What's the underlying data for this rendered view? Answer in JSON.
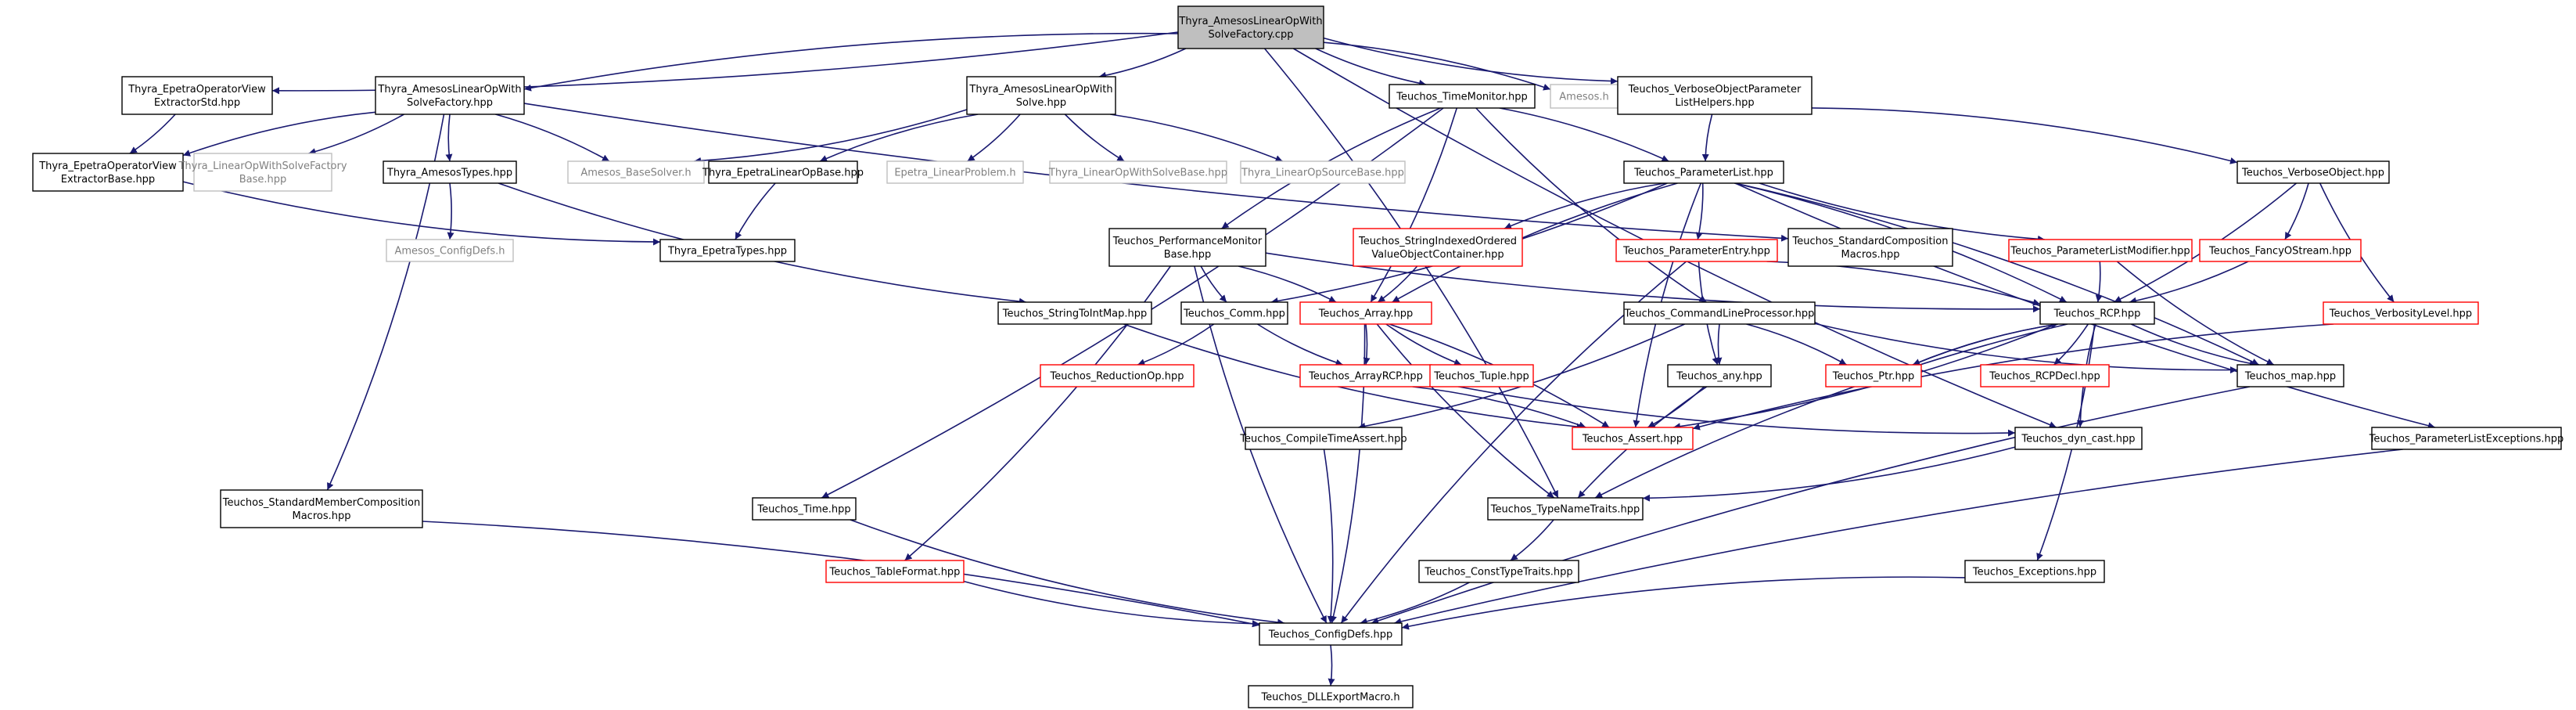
{
  "colors": {
    "root_fill": "#bfbfbf",
    "node_border": "#000000",
    "unexpanded_border": "#ff0000",
    "external_border": "#bfbfbf",
    "external_text": "#808080",
    "edge": "#191970"
  },
  "nodes": [
    {
      "id": "root",
      "lines": [
        "Thyra_AmesosLinearOpWith",
        "SolveFactory.cpp"
      ],
      "kind": "root"
    },
    {
      "id": "epetraViewStd",
      "lines": [
        "Thyra_EpetraOperatorView",
        "ExtractorStd.hpp"
      ],
      "kind": "normal"
    },
    {
      "id": "amesosFactHpp",
      "lines": [
        "Thyra_AmesosLinearOpWith",
        "SolveFactory.hpp"
      ],
      "kind": "normal"
    },
    {
      "id": "amesosSolve",
      "lines": [
        "Thyra_AmesosLinearOpWith",
        "Solve.hpp"
      ],
      "kind": "normal"
    },
    {
      "id": "timeMonitor",
      "lines": [
        "Teuchos_TimeMonitor.hpp"
      ],
      "kind": "normal"
    },
    {
      "id": "amesosH",
      "lines": [
        "Amesos.h"
      ],
      "kind": "external"
    },
    {
      "id": "verboseHelpers",
      "lines": [
        "Teuchos_VerboseObjectParameter",
        "ListHelpers.hpp"
      ],
      "kind": "normal"
    },
    {
      "id": "epetraViewBase",
      "lines": [
        "Thyra_EpetraOperatorView",
        "ExtractorBase.hpp"
      ],
      "kind": "normal"
    },
    {
      "id": "linearOpFactBase",
      "lines": [
        "Thyra_LinearOpWithSolveFactory",
        "Base.hpp"
      ],
      "kind": "external"
    },
    {
      "id": "amesosTypes",
      "lines": [
        "Thyra_AmesosTypes.hpp"
      ],
      "kind": "normal"
    },
    {
      "id": "amesosBaseSolver",
      "lines": [
        "Amesos_BaseSolver.h"
      ],
      "kind": "external"
    },
    {
      "id": "epetraLinOpBase",
      "lines": [
        "Thyra_EpetraLinearOpBase.hpp"
      ],
      "kind": "normal"
    },
    {
      "id": "epetraLinProb",
      "lines": [
        "Epetra_LinearProblem.h"
      ],
      "kind": "external"
    },
    {
      "id": "linOpSolveBase",
      "lines": [
        "Thyra_LinearOpWithSolveBase.hpp"
      ],
      "kind": "external"
    },
    {
      "id": "linOpSourceBase",
      "lines": [
        "Thyra_LinearOpSourceBase.hpp"
      ],
      "kind": "external"
    },
    {
      "id": "paramList",
      "lines": [
        "Teuchos_ParameterList.hpp"
      ],
      "kind": "normal"
    },
    {
      "id": "verboseObject",
      "lines": [
        "Teuchos_VerboseObject.hpp"
      ],
      "kind": "normal"
    },
    {
      "id": "amesosConfig",
      "lines": [
        "Amesos_ConfigDefs.h"
      ],
      "kind": "external"
    },
    {
      "id": "epetraTypes",
      "lines": [
        "Thyra_EpetraTypes.hpp"
      ],
      "kind": "normal"
    },
    {
      "id": "perfMonitor",
      "lines": [
        "Teuchos_PerformanceMonitor",
        "Base.hpp"
      ],
      "kind": "normal"
    },
    {
      "id": "strIndexed",
      "lines": [
        "Teuchos_StringIndexedOrdered",
        "ValueObjectContainer.hpp"
      ],
      "kind": "unexpanded"
    },
    {
      "id": "paramEntry",
      "lines": [
        "Teuchos_ParameterEntry.hpp"
      ],
      "kind": "unexpanded"
    },
    {
      "id": "stdCompMacros",
      "lines": [
        "Teuchos_StandardComposition",
        "Macros.hpp"
      ],
      "kind": "normal"
    },
    {
      "id": "paramListMod",
      "lines": [
        "Teuchos_ParameterListModifier.hpp"
      ],
      "kind": "unexpanded"
    },
    {
      "id": "fancyOStream",
      "lines": [
        "Teuchos_FancyOStream.hpp"
      ],
      "kind": "unexpanded"
    },
    {
      "id": "stringToInt",
      "lines": [
        "Teuchos_StringToIntMap.hpp"
      ],
      "kind": "normal"
    },
    {
      "id": "comm",
      "lines": [
        "Teuchos_Comm.hpp"
      ],
      "kind": "normal"
    },
    {
      "id": "array",
      "lines": [
        "Teuchos_Array.hpp"
      ],
      "kind": "unexpanded"
    },
    {
      "id": "cmdLine",
      "lines": [
        "Teuchos_CommandLineProcessor.hpp"
      ],
      "kind": "normal"
    },
    {
      "id": "rcp",
      "lines": [
        "Teuchos_RCP.hpp"
      ],
      "kind": "normal"
    },
    {
      "id": "verbosityLevel",
      "lines": [
        "Teuchos_VerbosityLevel.hpp"
      ],
      "kind": "unexpanded"
    },
    {
      "id": "reductionOp",
      "lines": [
        "Teuchos_ReductionOp.hpp"
      ],
      "kind": "unexpanded"
    },
    {
      "id": "arrayRCP",
      "lines": [
        "Teuchos_ArrayRCP.hpp"
      ],
      "kind": "unexpanded"
    },
    {
      "id": "tuple",
      "lines": [
        "Teuchos_Tuple.hpp"
      ],
      "kind": "unexpanded"
    },
    {
      "id": "any",
      "lines": [
        "Teuchos_any.hpp"
      ],
      "kind": "normal"
    },
    {
      "id": "ptr",
      "lines": [
        "Teuchos_Ptr.hpp"
      ],
      "kind": "unexpanded"
    },
    {
      "id": "rcpDecl",
      "lines": [
        "Teuchos_RCPDecl.hpp"
      ],
      "kind": "unexpanded"
    },
    {
      "id": "map",
      "lines": [
        "Teuchos_map.hpp"
      ],
      "kind": "normal"
    },
    {
      "id": "compileTime",
      "lines": [
        "Teuchos_CompileTimeAssert.hpp"
      ],
      "kind": "normal"
    },
    {
      "id": "assert",
      "lines": [
        "Teuchos_Assert.hpp"
      ],
      "kind": "unexpanded"
    },
    {
      "id": "dynCast",
      "lines": [
        "Teuchos_dyn_cast.hpp"
      ],
      "kind": "normal"
    },
    {
      "id": "paramListExc",
      "lines": [
        "Teuchos_ParameterListExceptions.hpp"
      ],
      "kind": "normal"
    },
    {
      "id": "stdMemberComp",
      "lines": [
        "Teuchos_StandardMemberComposition",
        "Macros.hpp"
      ],
      "kind": "normal"
    },
    {
      "id": "time",
      "lines": [
        "Teuchos_Time.hpp"
      ],
      "kind": "normal"
    },
    {
      "id": "typeNameTraits",
      "lines": [
        "Teuchos_TypeNameTraits.hpp"
      ],
      "kind": "normal"
    },
    {
      "id": "tableFormat",
      "lines": [
        "Teuchos_TableFormat.hpp"
      ],
      "kind": "unexpanded"
    },
    {
      "id": "constTypeTraits",
      "lines": [
        "Teuchos_ConstTypeTraits.hpp"
      ],
      "kind": "normal"
    },
    {
      "id": "exceptions",
      "lines": [
        "Teuchos_Exceptions.hpp"
      ],
      "kind": "normal"
    },
    {
      "id": "configDefs",
      "lines": [
        "Teuchos_ConfigDefs.hpp"
      ],
      "kind": "normal"
    },
    {
      "id": "dllExport",
      "lines": [
        "Teuchos_DLLExportMacro.h"
      ],
      "kind": "normal"
    }
  ],
  "edges": [
    [
      "root",
      "epetraViewStd"
    ],
    [
      "root",
      "amesosFactHpp"
    ],
    [
      "root",
      "amesosSolve"
    ],
    [
      "root",
      "timeMonitor"
    ],
    [
      "root",
      "amesosH"
    ],
    [
      "root",
      "verboseHelpers"
    ],
    [
      "root",
      "typeNameTraits"
    ],
    [
      "root",
      "dynCast"
    ],
    [
      "epetraViewStd",
      "epetraViewBase"
    ],
    [
      "amesosFactHpp",
      "epetraViewBase"
    ],
    [
      "amesosFactHpp",
      "linearOpFactBase"
    ],
    [
      "amesosFactHpp",
      "amesosTypes"
    ],
    [
      "amesosFactHpp",
      "amesosBaseSolver"
    ],
    [
      "amesosFactHpp",
      "stdCompMacros"
    ],
    [
      "amesosFactHpp",
      "stdMemberComp"
    ],
    [
      "epetraViewBase",
      "epetraTypes"
    ],
    [
      "amesosTypes",
      "amesosConfig"
    ],
    [
      "amesosTypes",
      "stringToInt"
    ],
    [
      "amesosSolve",
      "amesosBaseSolver"
    ],
    [
      "amesosSolve",
      "epetraLinOpBase"
    ],
    [
      "amesosSolve",
      "epetraLinProb"
    ],
    [
      "amesosSolve",
      "linOpSolveBase"
    ],
    [
      "amesosSolve",
      "linOpSourceBase"
    ],
    [
      "epetraLinOpBase",
      "epetraTypes"
    ],
    [
      "timeMonitor",
      "paramList"
    ],
    [
      "timeMonitor",
      "perfMonitor"
    ],
    [
      "timeMonitor",
      "time"
    ],
    [
      "timeMonitor",
      "cmdLine"
    ],
    [
      "timeMonitor",
      "array"
    ],
    [
      "verboseHelpers",
      "paramList"
    ],
    [
      "verboseHelpers",
      "verboseObject"
    ],
    [
      "paramList",
      "strIndexed"
    ],
    [
      "paramList",
      "paramEntry"
    ],
    [
      "paramList",
      "paramListMod"
    ],
    [
      "paramList",
      "rcp"
    ],
    [
      "paramList",
      "assert"
    ],
    [
      "paramList",
      "map"
    ],
    [
      "paramList",
      "paramListExc"
    ],
    [
      "paramList",
      "comm"
    ],
    [
      "paramList",
      "array"
    ],
    [
      "verboseObject",
      "fancyOStream"
    ],
    [
      "verboseObject",
      "verbosityLevel"
    ],
    [
      "verboseObject",
      "rcp"
    ],
    [
      "perfMonitor",
      "comm"
    ],
    [
      "perfMonitor",
      "array"
    ],
    [
      "perfMonitor",
      "rcp"
    ],
    [
      "perfMonitor",
      "tableFormat"
    ],
    [
      "perfMonitor",
      "configDefs"
    ],
    [
      "strIndexed",
      "array"
    ],
    [
      "paramEntry",
      "any"
    ],
    [
      "paramEntry",
      "rcp"
    ],
    [
      "paramEntry",
      "configDefs"
    ],
    [
      "paramListMod",
      "rcp"
    ],
    [
      "paramListMod",
      "map"
    ],
    [
      "fancyOStream",
      "rcp"
    ],
    [
      "stringToInt",
      "assert"
    ],
    [
      "comm",
      "reductionOp"
    ],
    [
      "comm",
      "arrayRCP"
    ],
    [
      "array",
      "arrayRCP"
    ],
    [
      "array",
      "tuple"
    ],
    [
      "array",
      "assert"
    ],
    [
      "array",
      "typeNameTraits"
    ],
    [
      "array",
      "configDefs"
    ],
    [
      "cmdLine",
      "any"
    ],
    [
      "cmdLine",
      "ptr"
    ],
    [
      "cmdLine",
      "map"
    ],
    [
      "cmdLine",
      "compileTime"
    ],
    [
      "rcp",
      "ptr"
    ],
    [
      "rcp",
      "rcpDecl"
    ],
    [
      "rcp",
      "map"
    ],
    [
      "rcp",
      "assert"
    ],
    [
      "rcp",
      "dynCast"
    ],
    [
      "rcp",
      "exceptions"
    ],
    [
      "rcp",
      "typeNameTraits"
    ],
    [
      "ptr",
      "rcp"
    ],
    [
      "verbosityLevel",
      "assert"
    ],
    [
      "arrayRCP",
      "assert"
    ],
    [
      "arrayRCP",
      "dynCast"
    ],
    [
      "any",
      "assert"
    ],
    [
      "any",
      "typeNameTraits"
    ],
    [
      "compileTime",
      "configDefs"
    ],
    [
      "map",
      "configDefs"
    ],
    [
      "dynCast",
      "typeNameTraits"
    ],
    [
      "paramListExc",
      "configDefs"
    ],
    [
      "stdMemberComp",
      "configDefs"
    ],
    [
      "time",
      "configDefs"
    ],
    [
      "typeNameTraits",
      "constTypeTraits"
    ],
    [
      "tableFormat",
      "configDefs"
    ],
    [
      "constTypeTraits",
      "configDefs"
    ],
    [
      "exceptions",
      "configDefs"
    ],
    [
      "configDefs",
      "dllExport"
    ]
  ]
}
